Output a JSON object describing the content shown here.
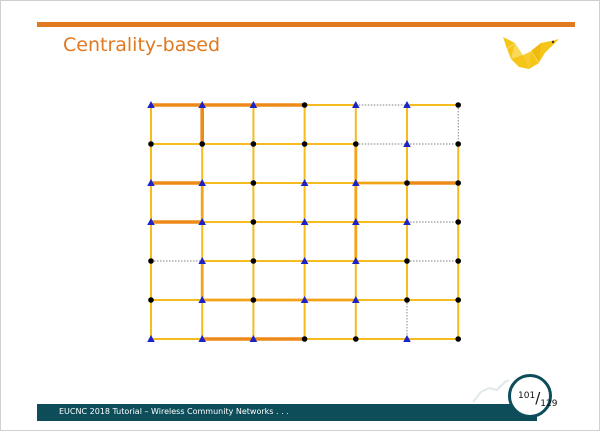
{
  "slide": {
    "title": "Centrality-based",
    "footer_text": "EUCNC 2018 Tutorial – Wireless Community Networks . . .",
    "page_current": "101",
    "page_separator": "/",
    "page_total": "129"
  },
  "colors": {
    "accent": "#e0791f",
    "footer_bg": "#0d4d5a",
    "edge_light": "#f5bb1f",
    "edge_mid": "#f2a416",
    "edge_strong": "#ed8a19",
    "edge_weak": "#555555",
    "node_black": "#000000",
    "node_blue": "#1a22c8",
    "logo": "#f5c518"
  },
  "icons": {
    "logo": "bird-logo-icon",
    "watermark": "watermark-bird-icon"
  },
  "graph": {
    "cols": 7,
    "rows": 7,
    "node_kinds": [
      "TTTBTTB",
      "BBBBBTB",
      "TTBTTBB",
      "TTBTTTB",
      "BTBTTBB",
      "BTBTTBB",
      "TTTBBTB"
    ],
    "h_edges": [
      "333101",
      "111100",
      "311123",
      "311110",
      "011110",
      "122211",
      "133111"
    ],
    "v_edges": [
      "1311110",
      "1111211",
      "1211211",
      "1111211",
      "1211111",
      "1111101"
    ]
  }
}
